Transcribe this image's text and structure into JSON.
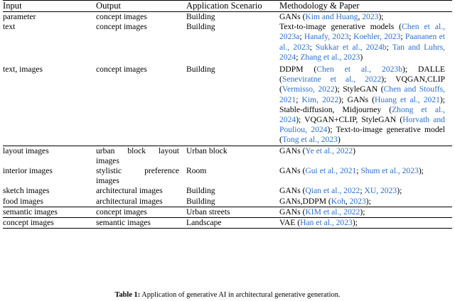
{
  "document": {
    "type": "academic-table",
    "caption_prefix": "Table 1:",
    "caption_text": "Application of generative AI in architectural generative generation.",
    "link_color": "#2a6fd6",
    "text_color": "#000000",
    "background": "#ffffff"
  },
  "table": {
    "columns": [
      {
        "key": "input",
        "label": "Input"
      },
      {
        "key": "output",
        "label": "Output"
      },
      {
        "key": "scenario",
        "label": "Application Scenario"
      },
      {
        "key": "method",
        "label": "Methodology & Paper"
      }
    ],
    "groups": [
      {
        "group_index": 0,
        "rows": [
          {
            "input": "parameter",
            "output": "concept images",
            "scenario": "Building",
            "method_plain": "GANs (Kim and Huang, 2023);",
            "method_parts": [
              {
                "text": "GANs (",
                "cited": false
              },
              {
                "text": "Kim and Huang",
                "cited": true
              },
              {
                "text": ", ",
                "cited": false
              },
              {
                "text": "2023",
                "cited": true
              },
              {
                "text": ");",
                "cited": false
              }
            ]
          },
          {
            "input": "text",
            "output": "concept images",
            "scenario": "Building",
            "method_plain": "Text-to-image generative models (Chen et al., 2023a; Hanafy, 2023; Koehler, 2023; Paananen et al., 2023; Sukkar et al., 2024b; Tan and Luhrs, 2024; Zhang et al., 2023)",
            "method_parts": [
              {
                "text": "Text-to-image generative models (",
                "cited": false
              },
              {
                "text": "Chen et al., 2023a",
                "cited": true
              },
              {
                "text": "; ",
                "cited": false
              },
              {
                "text": "Hanafy, 2023",
                "cited": true
              },
              {
                "text": "; ",
                "cited": false
              },
              {
                "text": "Koehler, 2023",
                "cited": true
              },
              {
                "text": "; ",
                "cited": false
              },
              {
                "text": "Paananen et al., 2023",
                "cited": true
              },
              {
                "text": "; ",
                "cited": false
              },
              {
                "text": "Sukkar et al., 2024b",
                "cited": true
              },
              {
                "text": "; ",
                "cited": false
              },
              {
                "text": "Tan and Luhrs, 2024",
                "cited": true
              },
              {
                "text": "; ",
                "cited": false
              },
              {
                "text": "Zhang et al., 2023",
                "cited": true
              },
              {
                "text": ")",
                "cited": false
              }
            ]
          },
          {
            "input": "text, images",
            "output": "concept images",
            "scenario": "Building",
            "method_plain": "DDPM (Chen et al., 2023b); DALLE (Seneviratne et al., 2022); VQGAN,CLIP (Vermisso, 2022); StyleGAN (Chen and Stouffs, 2021; Kim, 2022); GANs (Huang et al., 2021); Stable-diffusion, Midjourney (Zhong et al., 2024); VQGAN+CLIP, StyleGAN (Horvath and Pouliou, 2024); Text-to-image generative model (Tong et al., 2023)",
            "method_parts": [
              {
                "text": "DDPM (",
                "cited": false
              },
              {
                "text": "Chen et al., 2023b",
                "cited": true
              },
              {
                "text": "); DALLE (",
                "cited": false
              },
              {
                "text": "Seneviratne et al., 2022",
                "cited": true
              },
              {
                "text": "); VQGAN,CLIP (",
                "cited": false
              },
              {
                "text": "Vermisso, 2022",
                "cited": true
              },
              {
                "text": "); StyleGAN (",
                "cited": false
              },
              {
                "text": "Chen and Stouffs, 2021",
                "cited": true
              },
              {
                "text": "; ",
                "cited": false
              },
              {
                "text": "Kim, 2022",
                "cited": true
              },
              {
                "text": "); GANs (",
                "cited": false
              },
              {
                "text": "Huang et al., 2021",
                "cited": true
              },
              {
                "text": "); Stable-diffusion, Midjourney (",
                "cited": false
              },
              {
                "text": "Zhong et al., 2024",
                "cited": true
              },
              {
                "text": "); VQGAN+CLIP, StyleGAN (",
                "cited": false
              },
              {
                "text": "Horvath and Pouliou, 2024",
                "cited": true
              },
              {
                "text": "); Text-to-image generative model (",
                "cited": false
              },
              {
                "text": "Tong et al., 2023",
                "cited": true
              },
              {
                "text": ")",
                "cited": false
              }
            ]
          }
        ]
      },
      {
        "group_index": 1,
        "rows": [
          {
            "input": "layout images",
            "output": "urban block layout images",
            "scenario": "Urban block",
            "method_plain": "GANs (Ye et al., 2022)",
            "method_parts": [
              {
                "text": "GANs (",
                "cited": false
              },
              {
                "text": "Ye et al., 2022",
                "cited": true
              },
              {
                "text": ")",
                "cited": false
              }
            ]
          },
          {
            "input": "interior images",
            "output": "stylistic preference images",
            "scenario": "Room",
            "method_plain": "GANs (Gui et al., 2021; Shum et al., 2023);",
            "method_parts": [
              {
                "text": "GANs (",
                "cited": false
              },
              {
                "text": "Gui et al., 2021",
                "cited": true
              },
              {
                "text": "; ",
                "cited": false
              },
              {
                "text": "Shum et al., 2023",
                "cited": true
              },
              {
                "text": ");",
                "cited": false
              }
            ]
          },
          {
            "input": "sketch images",
            "output": "architectural images",
            "scenario": "Building",
            "method_plain": "GANs (Qian et al., 2022; XU, 2023);",
            "method_parts": [
              {
                "text": "GANs (",
                "cited": false
              },
              {
                "text": "Qian et al., 2022",
                "cited": true
              },
              {
                "text": "; ",
                "cited": false
              },
              {
                "text": "XU, 2023",
                "cited": true
              },
              {
                "text": ");",
                "cited": false
              }
            ]
          },
          {
            "input": "food images",
            "output": "architectural images",
            "scenario": "Building",
            "method_plain": "GANs,DDPM (Koh, 2023);",
            "method_parts": [
              {
                "text": "GANs,DDPM (",
                "cited": false
              },
              {
                "text": "Koh",
                "cited": true
              },
              {
                "text": ", ",
                "cited": false
              },
              {
                "text": "2023",
                "cited": true
              },
              {
                "text": ");",
                "cited": false
              }
            ]
          }
        ]
      },
      {
        "group_index": 2,
        "rows": [
          {
            "input": "semantic images",
            "output": "concept images",
            "scenario": "Urban streets",
            "method_plain": "GANs (KIM et al., 2022);",
            "method_parts": [
              {
                "text": "GANs (",
                "cited": false
              },
              {
                "text": "KIM et al., 2022",
                "cited": true
              },
              {
                "text": ");",
                "cited": false
              }
            ]
          }
        ]
      },
      {
        "group_index": 3,
        "rows": [
          {
            "input": "concept images",
            "output": "semantic images",
            "scenario": "Landscape",
            "method_plain": "VAE (Han et al., 2023);",
            "method_parts": [
              {
                "text": "VAE (",
                "cited": false
              },
              {
                "text": "Han et al., 2023",
                "cited": true
              },
              {
                "text": ");",
                "cited": false
              }
            ]
          }
        ]
      }
    ]
  }
}
